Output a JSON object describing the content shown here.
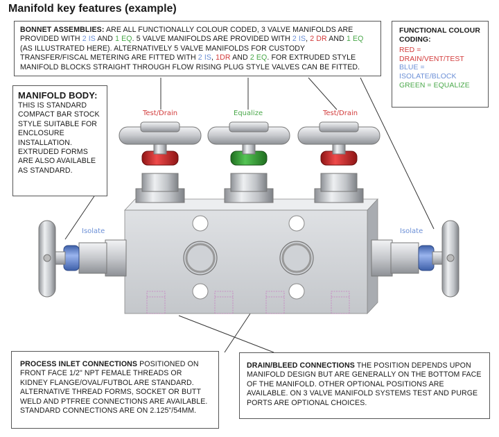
{
  "title": "Manifold key features (example)",
  "bonnet": {
    "heading": "BONNET ASSEMBLIES:",
    "t1": " ARE ALL FUNCTIONALLY COLOUR CODED, 3 VALVE MANIFOLDS ARE PROVIDED WITH ",
    "is1": "2 IS",
    "t2": " AND ",
    "eq1": "1 EQ",
    "t3": ". 5 VALVE MANIFOLDS ARE PROVIDED WITH ",
    "is2": "2 IS",
    "t4": ", ",
    "dr1": "2 DR",
    "t5": " AND ",
    "eq2": "1 EQ",
    "t6": " (AS ILLUSTRATED HERE). ALTERNATIVELY 5 VALVE MANIFOLDS FOR CUSTODY TRANSFER/FISCAL METERING ARE FITTED WITH ",
    "is3": "2 IS",
    "t7": ", ",
    "dr2": "1DR",
    "t8": " AND ",
    "eq3": "2 EQ",
    "t9": ". FOR EXTRUDED STYLE MANIFOLD BLOCKS STRAIGHT THROUGH FLOW RISING PLUG STYLE VALVES CAN BE FITTED."
  },
  "body_box": {
    "heading": "MANIFOLD BODY:",
    "text": "THIS IS STANDARD COMPACT BAR STOCK STYLE SUITABLE FOR ENCLOSURE INSTALLATION. EXTRUDED FORMS ARE ALSO AVAILABLE AS STANDARD."
  },
  "coding": {
    "heading": "FUNCTIONAL COLOUR CODING:",
    "red": "RED = DRAIN/VENT/TEST",
    "blue": "BLUE = ISOLATE/BLOCK",
    "green": "GREEN = EQUALIZE"
  },
  "inlet": {
    "heading": "PROCESS INLET CONNECTIONS",
    "text": " POSITIONED ON FRONT FACE 1/2\" NPT FEMALE THREADS OR KIDNEY FLANGE/OVAL/FUTBOL ARE STANDARD. ALTERNATIVE THREAD FORMS, SOCKET OR BUTT WELD AND PTFREE CONNECTIONS ARE AVAILABLE. STANDARD CONNECTIONS ARE ON 2.125\"/54MM."
  },
  "drain": {
    "heading": "DRAIN/BLEED CONNECTIONS",
    "text": " THE POSITION DEPENDS UPON MANIFOLD DESIGN BUT ARE GENERALLY ON THE BOTTOM FACE OF THE MANIFOLD. OTHER OPTIONAL POSITIONS ARE AVAILABLE. ON 3 VALVE MANIFOLD SYSTEMS TEST AND PURGE PORTS ARE OPTIONAL CHOICES."
  },
  "labels": {
    "test_drain_left": "Test/Drain",
    "equalize": "Equalize",
    "test_drain_right": "Test/Drain",
    "isolate_left": "Isolate",
    "isolate_right": "Isolate"
  },
  "colors": {
    "red": "#d23a3a",
    "blue": "#6b8fd6",
    "green": "#4aa84a",
    "steel": "#c9cbcf"
  }
}
